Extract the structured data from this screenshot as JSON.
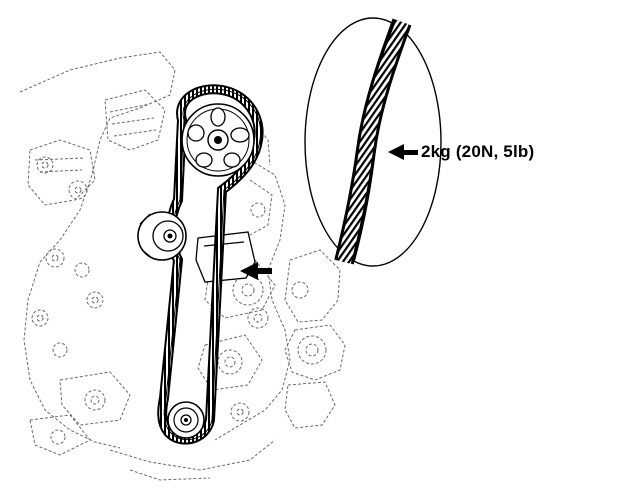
{
  "diagram": {
    "tension_label": "2kg (20N, 5lb)",
    "line_color": "#000000",
    "sketch_color": "#6a6a6a",
    "background": "#ffffff",
    "icons": [
      "timing-belt",
      "camshaft-sprocket",
      "idler-pulley",
      "crankshaft-sprocket",
      "belt-detail-magnifier",
      "pointer-arrow"
    ]
  }
}
